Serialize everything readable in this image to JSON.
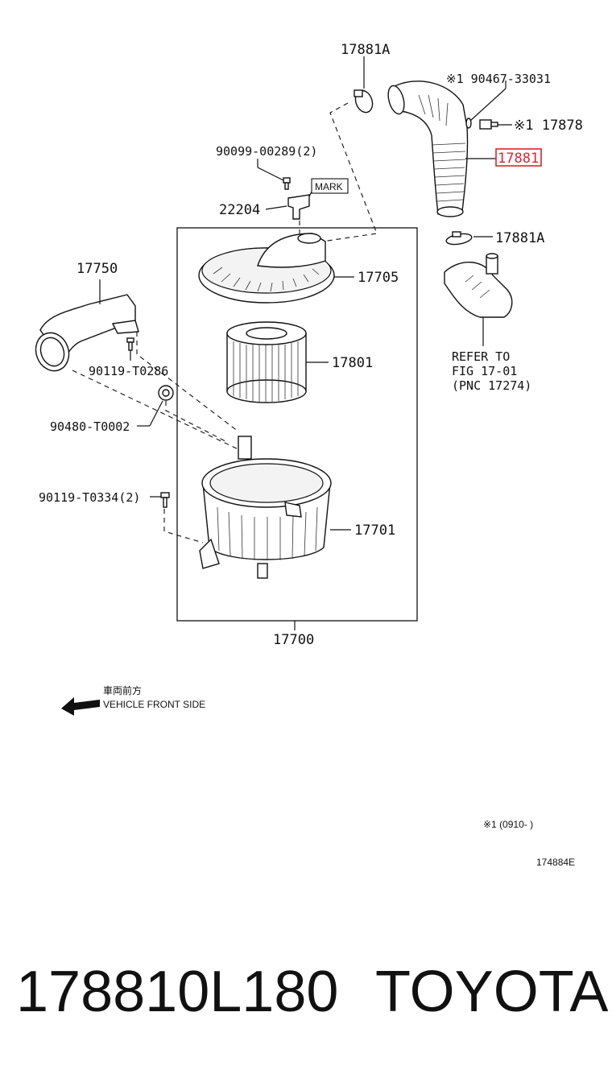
{
  "labels": {
    "p17881A_top": "17881A",
    "p90467": "※1 90467-33031",
    "p17878": "※1 17878",
    "p17881_highlight": "17881",
    "p90099": "90099-00289(2)",
    "mark": "MARK",
    "p22204": "22204",
    "p17881A_mid": "17881A",
    "p17750": "17750",
    "p17705": "17705",
    "refer_1": "REFER TO",
    "refer_2": "FIG 17-01",
    "refer_3": "(PNC 17274)",
    "p90119_T0286": "90119-T0286",
    "p17801": "17801",
    "p90480": "90480-T0002",
    "p90119_T0334": "90119-T0334(2)",
    "p17701": "17701",
    "p17700": "17700"
  },
  "direction": {
    "jp": "車両前方",
    "en": "VEHICLE FRONT SIDE"
  },
  "footnote": "※1 (0910-     )",
  "drawing_code": "174884E",
  "caption": {
    "part_number": "178810L180",
    "brand": "TOYOTA"
  },
  "colors": {
    "highlight": "#d9262c",
    "line": "#111111"
  }
}
